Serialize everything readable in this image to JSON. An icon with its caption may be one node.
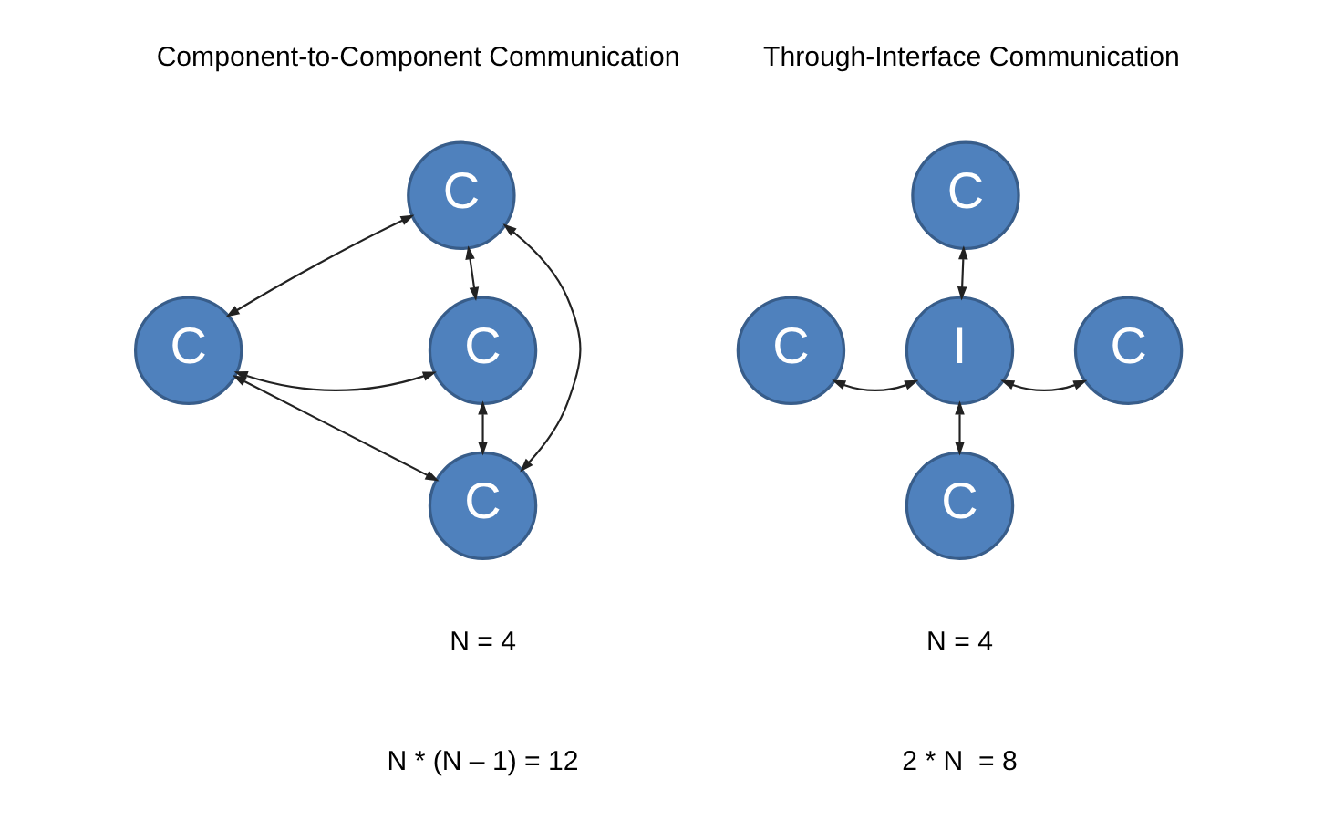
{
  "diagram": {
    "nodes": [
      {
        "text": [
          "C"
        ]
      },
      {
        "text": [
          "C"
        ]
      },
      {
        "text": [
          "C"
        ]
      },
      {
        "text": [
          "C"
        ]
      },
      {
        "text": [
          "C"
        ]
      },
      {
        "text": [
          "C"
        ]
      },
      {
        "text": [
          "I"
        ]
      },
      {
        "text": [
          "C"
        ]
      },
      {
        "text": [
          "C"
        ]
      }
    ],
    "edges": [
      {
        "from": 0,
        "to": 1,
        "arrow": "both"
      },
      {
        "from": 0,
        "to": 2,
        "arrow": "both"
      },
      {
        "from": 1,
        "to": 2,
        "arrow": "both"
      },
      {
        "from": 0,
        "to": 3,
        "arrow": "both"
      },
      {
        "from": 1,
        "to": 3,
        "arrow": "both"
      },
      {
        "from": 2,
        "to": 3,
        "arrow": "both"
      },
      {
        "from": 4,
        "to": 6,
        "arrow": "both"
      },
      {
        "from": 5,
        "to": 6,
        "arrow": "both"
      },
      {
        "from": 6,
        "to": 7,
        "arrow": "both"
      },
      {
        "from": 6,
        "to": 8,
        "arrow": "both"
      }
    ],
    "labels": [
      "Component-to-Component Communication",
      "Through-Interface Communication",
      "N = 4",
      "N * (N – 1) = 12",
      "N = 4",
      "2 * N  = 8"
    ]
  }
}
